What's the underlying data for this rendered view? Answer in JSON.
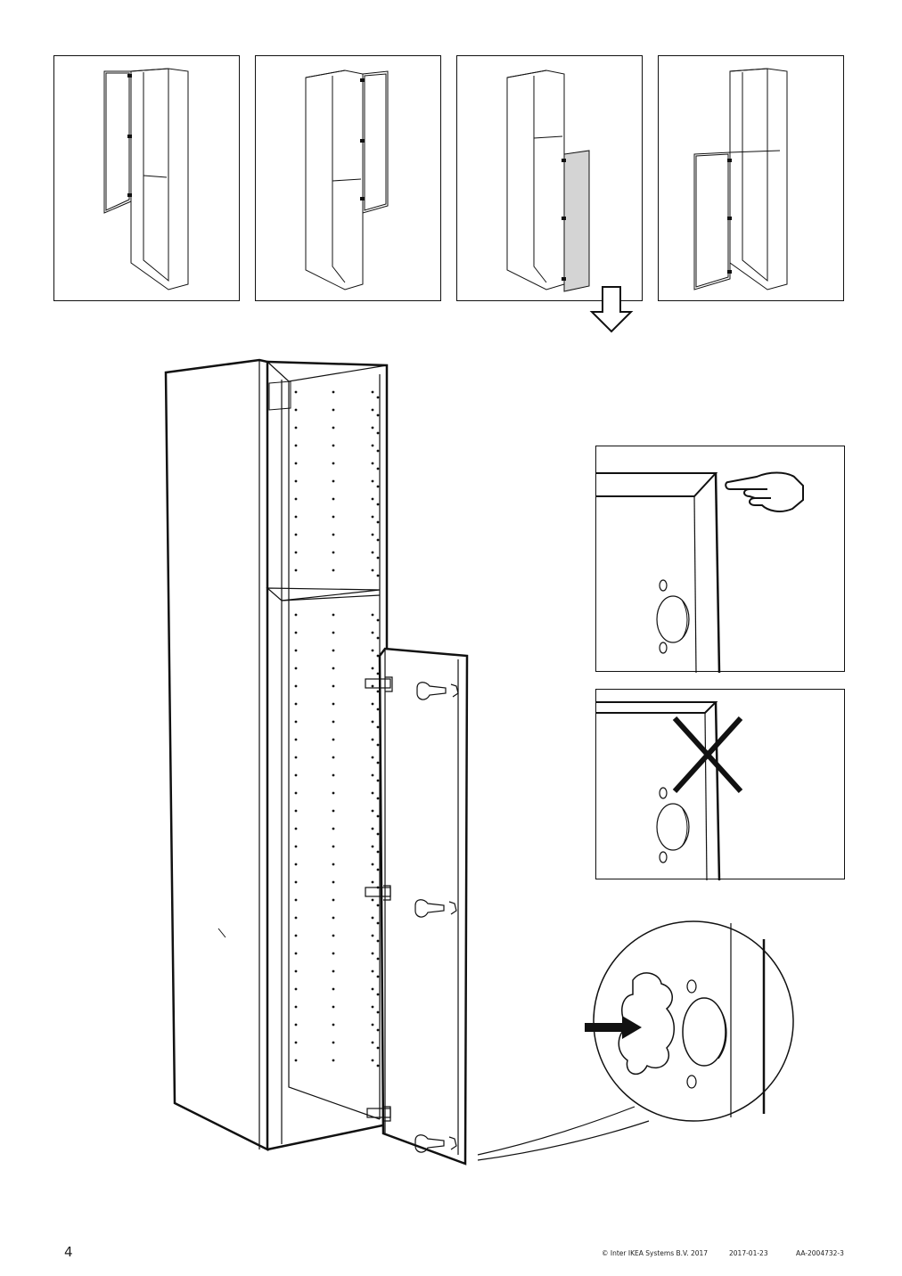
{
  "document": {
    "type": "assembly-instructions",
    "page_number": "4",
    "footer": {
      "copyright": "© Inter IKEA Systems B.V. 2017",
      "date": "2017-01-23",
      "doc_id": "AA-2004732-3"
    }
  },
  "steps": {
    "thumbnails": [
      {
        "name": "cabinet-door-left-upper-open"
      },
      {
        "name": "cabinet-door-right-upper-open"
      },
      {
        "name": "cabinet-door-right-lower-highlighted"
      },
      {
        "name": "cabinet-door-left-lower-open"
      }
    ],
    "direction_arrow": "down-arrow-icon",
    "detail_correct": "finger-pointing-icon",
    "detail_incorrect": "cross-mark-icon",
    "detail_zoom": "hinge-cup-insert-arrow-icon"
  },
  "colors": {
    "line": "#111111",
    "highlight_fill": "#d4d4d4"
  }
}
